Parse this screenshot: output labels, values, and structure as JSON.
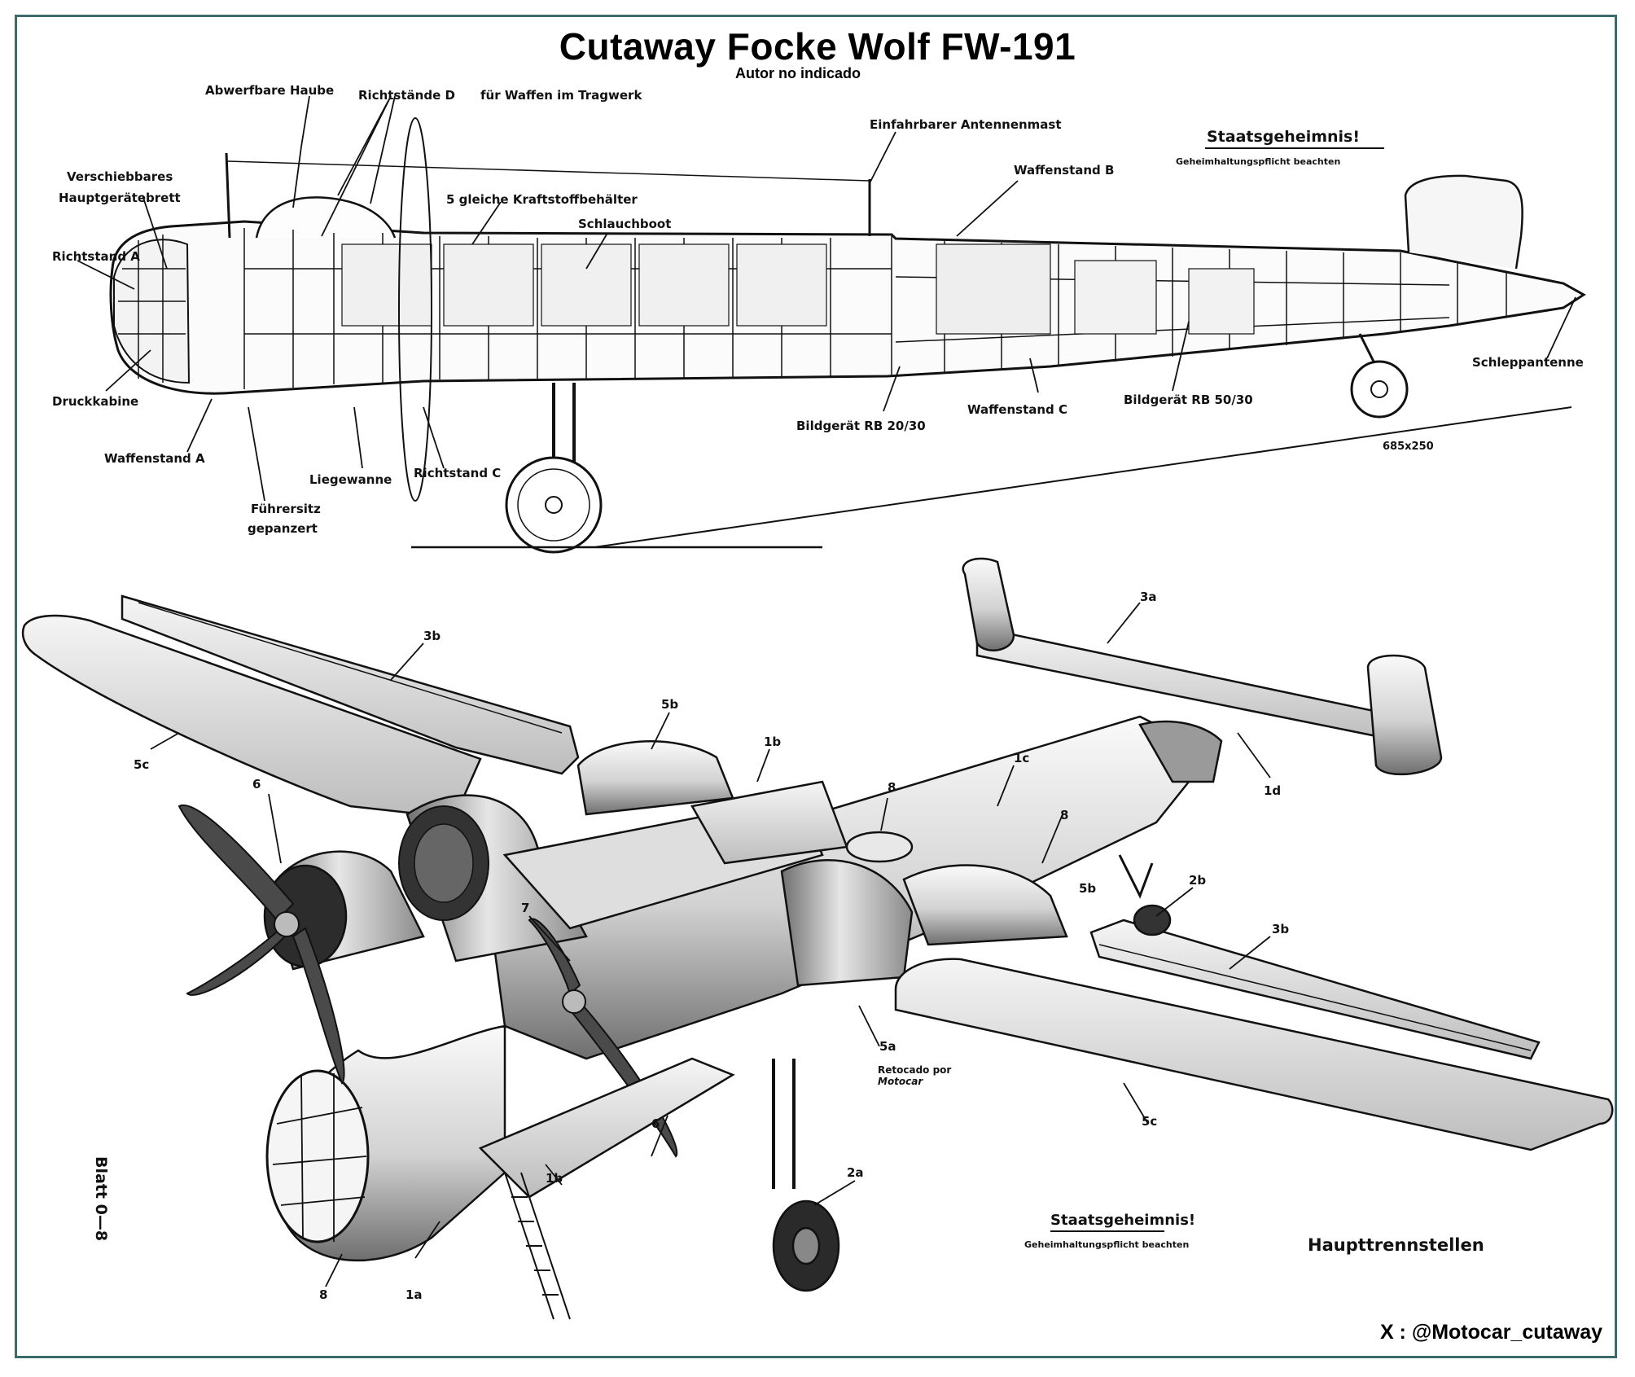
{
  "header": {
    "title": "Cutaway Focke Wolf FW-191",
    "subtitle": "Autor no indicado"
  },
  "side_view": {
    "labels": {
      "abwerfbare_haube": "Abwerfbare Haube",
      "richtstaende_d": "Richtstände D",
      "fuer_waffen": "für Waffen im Tragwerk",
      "verschiebbares": "Verschiebbares",
      "hauptgeraetebrett": "Hauptgerätebrett",
      "richtstand_a": "Richtstand A",
      "druckkabine": "Druckkabine",
      "waffenstand_a": "Waffenstand A",
      "fuehrersitz": "Führersitz",
      "gepanzert": "gepanzert",
      "liegewanne": "Liegewanne",
      "richtstand_c": "Richtstand C",
      "kraftstoff": "5 gleiche Kraftstoffbehälter",
      "schlauchboot": "Schlauchboot",
      "antennenmast": "Einfahrbarer Antennenmast",
      "waffenstand_b": "Waffenstand B",
      "waffenstand_c": "Waffenstand C",
      "bildgeraet_2030": "Bildgerät RB 20/30",
      "bildgeraet_5030": "Bildgerät RB 50/30",
      "schleppantenne": "Schleppantenne",
      "tire_size": "685x250",
      "stamp_title": "Staatsgeheimnis!",
      "stamp_sub": "Geheimhaltungspflicht beachten"
    }
  },
  "exploded_view": {
    "labels": {
      "l_3a": "3a",
      "l_3b_top": "3b",
      "l_3b_right": "3b",
      "l_5b_top": "5b",
      "l_5b_right": "5b",
      "l_1b_top": "1b",
      "l_1b_bottom": "1b",
      "l_1c": "1c",
      "l_1d": "1d",
      "l_1a": "1a",
      "l_2a": "2a",
      "l_2b": "2b",
      "l_5a": "5a",
      "l_5c_left": "5c",
      "l_5c_right": "5c",
      "l_6_left": "6",
      "l_6_bottom": "6",
      "l_7": "7",
      "l_8_a": "8",
      "l_8_b": "8",
      "l_8_c": "8",
      "blatt": "Blatt 0—8",
      "retocado": "Retocado por",
      "motocar": "Motocar",
      "stamp_title": "Staatsgeheimnis!",
      "stamp_sub": "Geheimhaltungspflicht beachten",
      "haupttrennstellen": "Haupttrennstellen"
    }
  },
  "footer": {
    "handle": "X : @Motocar_cutaway"
  },
  "colors": {
    "frame": "#3d6b6b",
    "ink": "#111111",
    "metal_dark": "#6f6f6f",
    "metal_light": "#e6e6e6"
  }
}
